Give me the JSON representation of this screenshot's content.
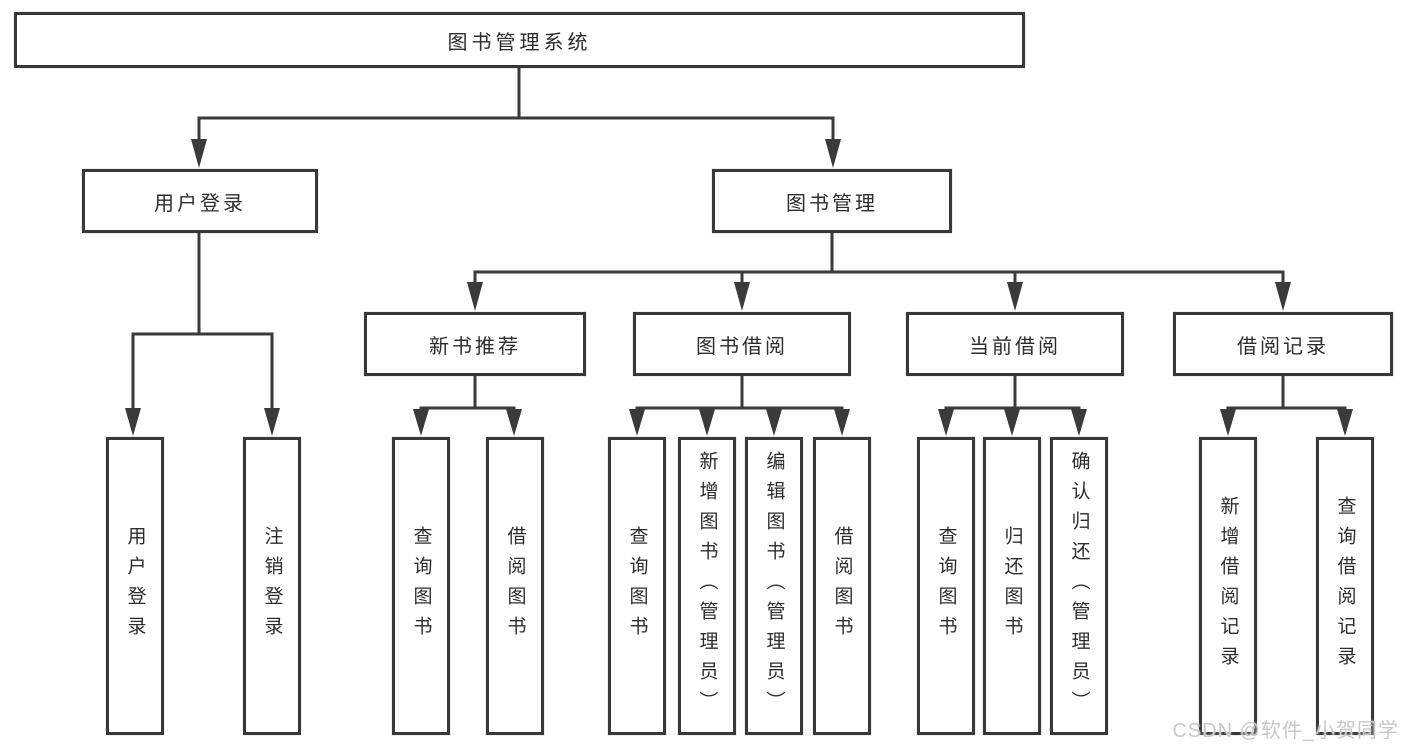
{
  "palette": {
    "line_color": "#3a3a3a",
    "box_border": "#383838",
    "box_background": "#ffffff",
    "text_color": "#2d2d2d",
    "watermark_color": "#c8c8c8"
  },
  "watermark": {
    "text": "CSDN @软件_小贺同学"
  },
  "tree": {
    "root": {
      "label": "图书管理系统"
    },
    "branches": [
      {
        "label": "用户登录",
        "children": [
          "用户登录",
          "注销登录"
        ]
      },
      {
        "label": "图书管理",
        "sections": [
          {
            "label": "新书推荐",
            "children": [
              "查询图书",
              "借阅图书"
            ]
          },
          {
            "label": "图书借阅",
            "children": [
              "查询图书",
              "新增图书（管理员）",
              "编辑图书（管理员）",
              "借阅图书"
            ]
          },
          {
            "label": "当前借阅",
            "children": [
              "查询图书",
              "归还图书",
              "确认归还（管理员）"
            ]
          },
          {
            "label": "借阅记录",
            "children": [
              "新增借阅记录",
              "查询借阅记录"
            ]
          }
        ]
      }
    ]
  }
}
